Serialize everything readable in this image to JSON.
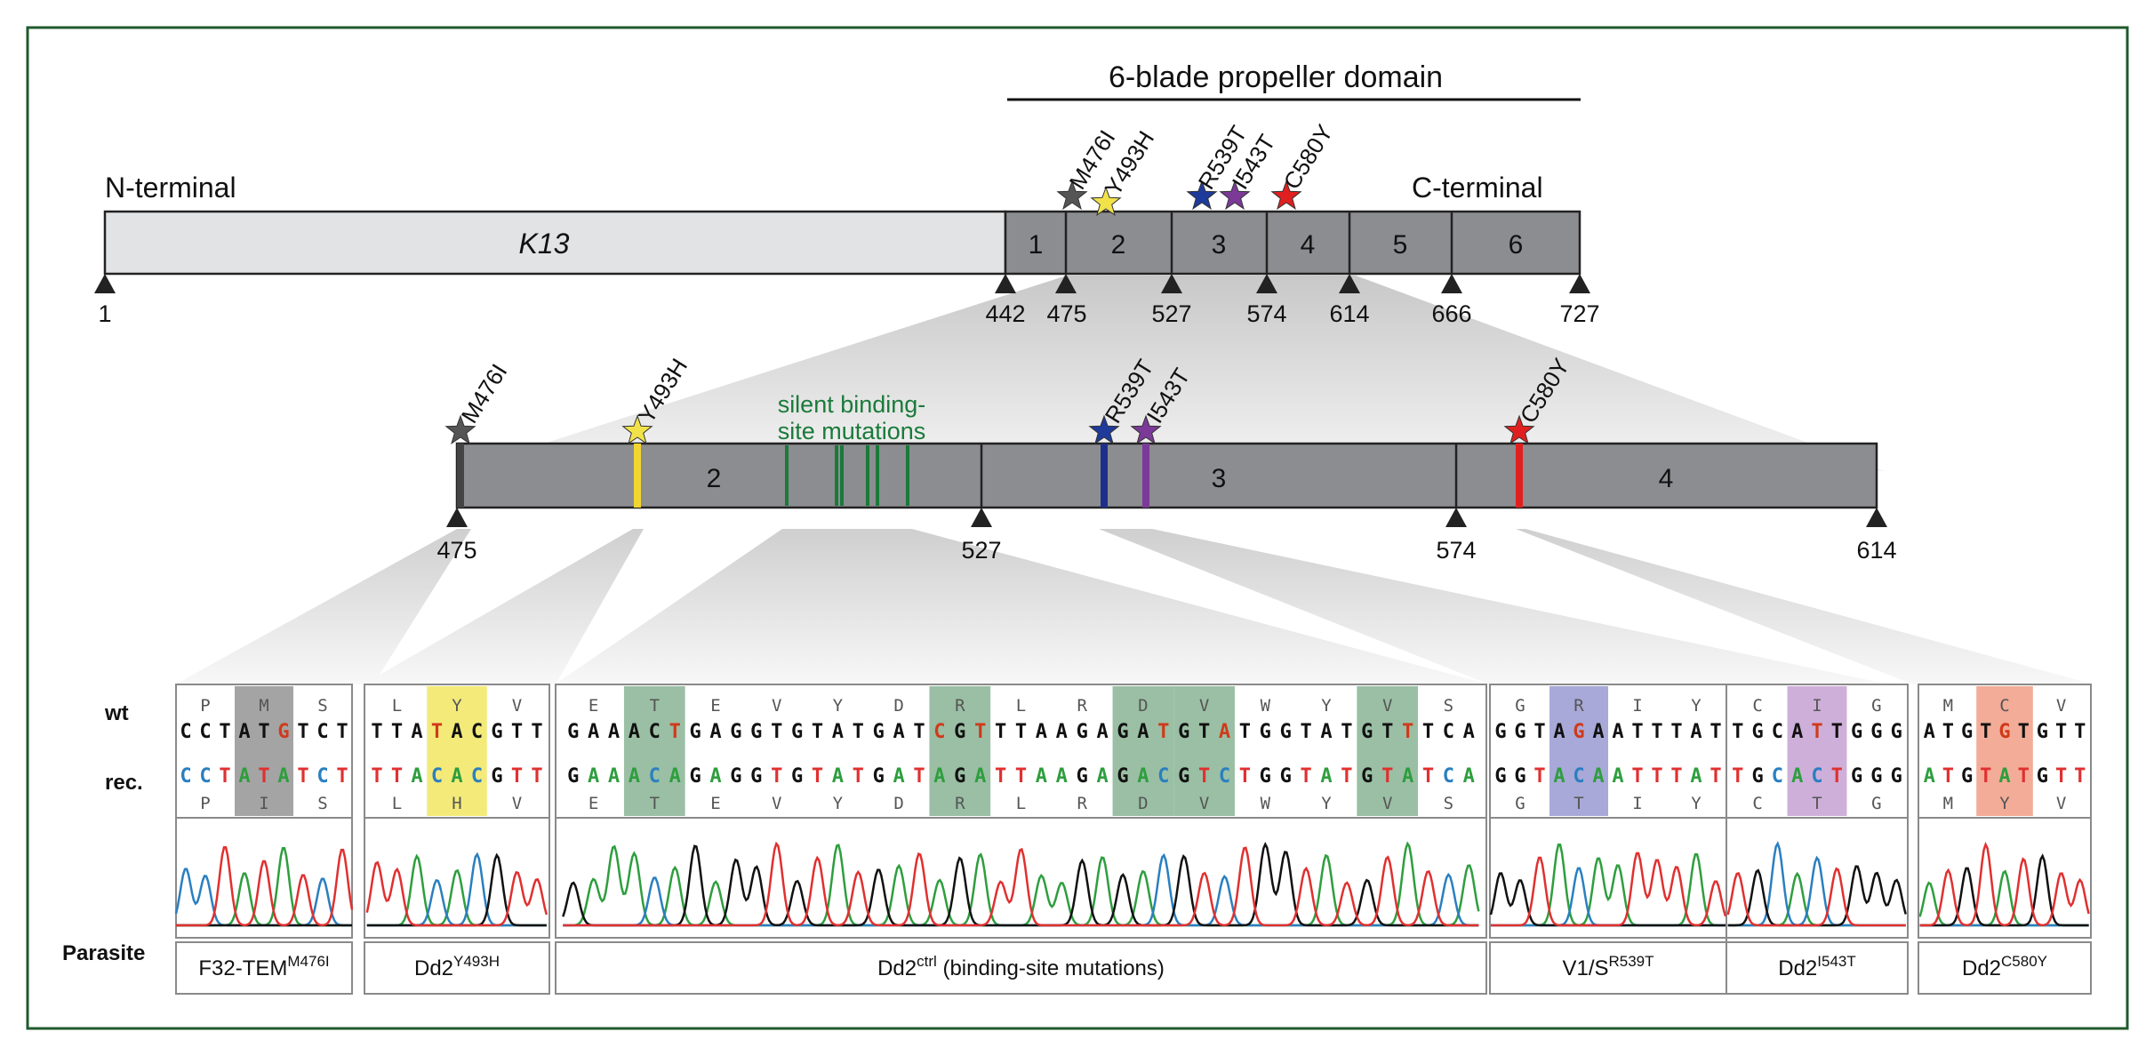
{
  "domain_title": "6-blade propeller domain",
  "top_bar": {
    "n_label": "N-terminal",
    "c_label": "C-terminal",
    "gene": "K13",
    "blades": [
      "1",
      "2",
      "3",
      "4",
      "5",
      "6"
    ],
    "positions": [
      "1",
      "442",
      "475",
      "527",
      "574",
      "614",
      "666",
      "727"
    ],
    "mutations": [
      {
        "name": "M476I",
        "color": "#555555"
      },
      {
        "name": "Y493H",
        "color": "#f2e24a"
      },
      {
        "name": "R539T",
        "color": "#1e3a9a"
      },
      {
        "name": "I543T",
        "color": "#7b3a98"
      },
      {
        "name": "C580Y",
        "color": "#e02020"
      }
    ]
  },
  "zoom_bar": {
    "blades": [
      "2",
      "3",
      "4"
    ],
    "positions": [
      "475",
      "527",
      "574",
      "614"
    ],
    "silent_label_line1": "silent binding-",
    "silent_label_line2": "site mutations",
    "silent_color": "#1a7a3a"
  },
  "row_labels": {
    "wt": "wt",
    "rec": "rec.",
    "parasite": "Parasite"
  },
  "panels": [
    {
      "id": "m476i",
      "wt_aa": [
        "P",
        "M",
        "S"
      ],
      "wt_seq": "CCTATGTCT",
      "rec_seq": "CCTATATCT",
      "rec_aa": [
        "P",
        "I",
        "S"
      ],
      "hl_codon": 1,
      "hl_color": "#9a9a9a",
      "parasite": "F32-TEM",
      "parasite_sup": "M476I"
    },
    {
      "id": "y493h",
      "wt_aa": [
        "L",
        "Y",
        "V"
      ],
      "wt_seq": "TTATACGTT",
      "rec_seq": "TTACACGTT",
      "rec_aa": [
        "L",
        "H",
        "V"
      ],
      "hl_codon": 1,
      "hl_color": "#f2e86a",
      "parasite": "Dd2",
      "parasite_sup": "Y493H"
    },
    {
      "id": "ctrl",
      "wt_aa": [
        "E",
        "T",
        "E",
        "V",
        "Y",
        "D",
        "R",
        "L",
        "R",
        "D",
        "V",
        "W",
        "Y",
        "V",
        "S"
      ],
      "wt_seq": "GAAACTGAGGTGTATGATCGTTTAAGAGATGTATGGTATGTTTCA",
      "rec_seq": "GAAACAGAGGTGTATGATAGATTAAGAGACGTCTGGTATGTATCA",
      "rec_aa": [
        "E",
        "T",
        "E",
        "V",
        "Y",
        "D",
        "R",
        "L",
        "R",
        "D",
        "V",
        "W",
        "Y",
        "V",
        "S"
      ],
      "hl_codons": [
        1,
        6,
        9,
        10,
        13
      ],
      "hl_color": "#8fb89a",
      "parasite": "Dd2",
      "parasite_sup": "ctrl",
      "parasite_tail": " (binding-site mutations)"
    },
    {
      "id": "r539t",
      "wt_aa": [
        "G",
        "R",
        "I",
        "Y"
      ],
      "wt_seq": "GGTAGAATTTAT",
      "rec_seq": "GGTACAATTTAT",
      "rec_aa": [
        "G",
        "T",
        "I",
        "Y"
      ],
      "hl_codon": 1,
      "hl_color": "#9fa0d4",
      "parasite": "V1/S",
      "parasite_sup": "R539T"
    },
    {
      "id": "i543t",
      "wt_aa": [
        "C",
        "I",
        "G"
      ],
      "wt_seq": "TGCATTGGG",
      "rec_seq": "TGCACTGGG",
      "rec_aa": [
        "C",
        "T",
        "G"
      ],
      "hl_codon": 1,
      "hl_color": "#c9a6d6",
      "parasite": "Dd2",
      "parasite_sup": "I543T"
    },
    {
      "id": "c580y",
      "wt_aa": [
        "M",
        "C",
        "V"
      ],
      "wt_seq": "ATGTGTGTT",
      "rec_seq": "ATGTATGTT",
      "rec_aa": [
        "M",
        "Y",
        "V"
      ],
      "hl_codon": 1,
      "hl_color": "#f2a38c",
      "parasite": "Dd2",
      "parasite_sup": "C580Y"
    }
  ],
  "colors": {
    "frame": "#1f5a2c",
    "bar": "#8c8d91",
    "bar_light": "#e2e3e4",
    "base_A": "#2e9e3e",
    "base_C": "#2a7fc0",
    "base_G": "#111111",
    "base_T": "#e03030",
    "wt_mut": "#d03a1a"
  }
}
